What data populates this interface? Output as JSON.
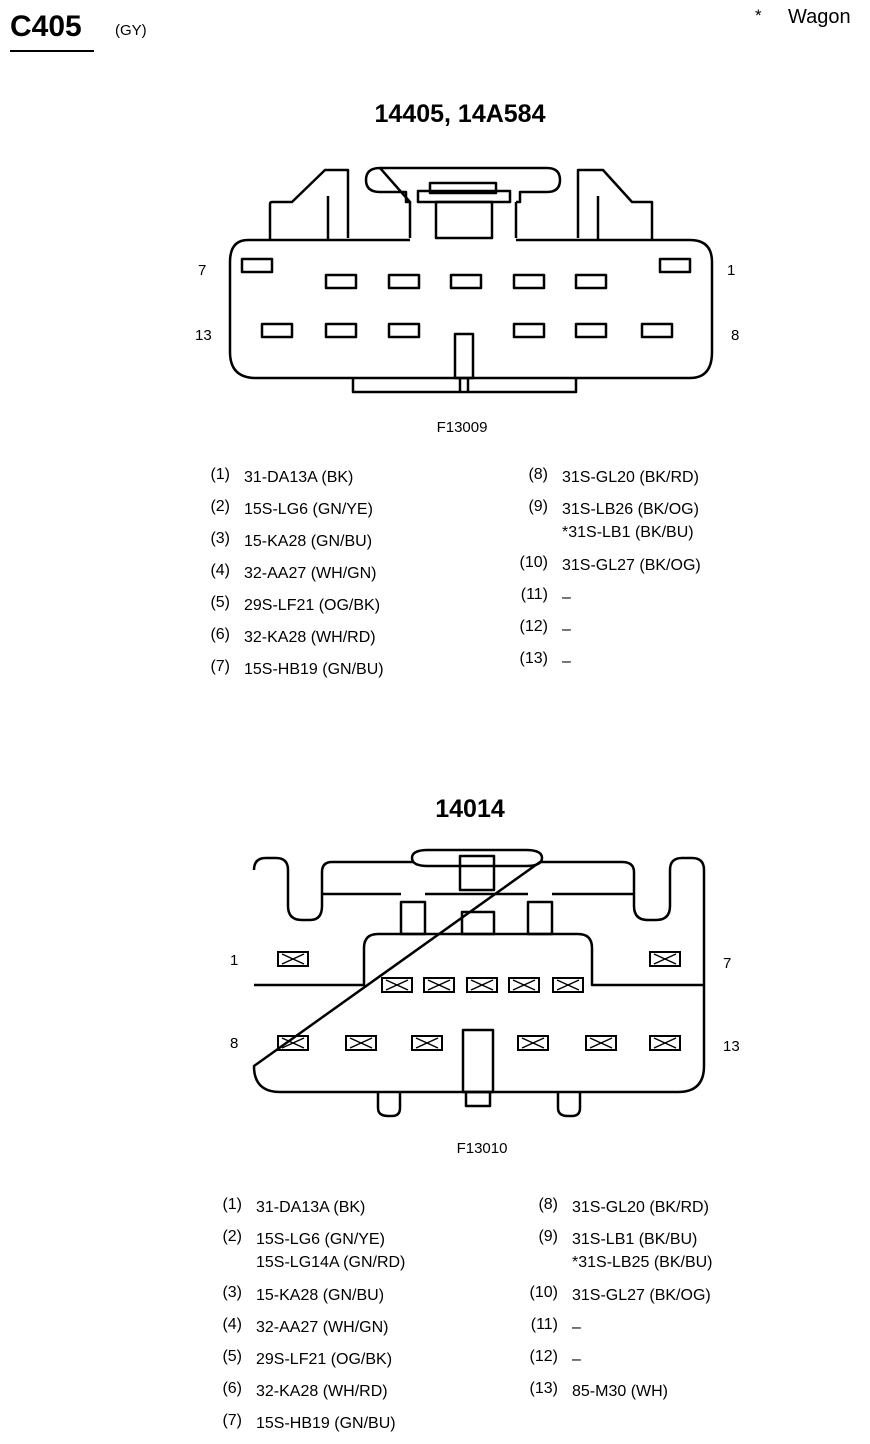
{
  "header": {
    "connector_id": "C405",
    "color_code": "(GY)",
    "note_marker": "*",
    "note_text": "Wagon"
  },
  "connectors": [
    {
      "title": "14405, 14A584",
      "figure_id": "F13009",
      "pin_numbers": {
        "top_left": "7",
        "top_right": "1",
        "bottom_left": "13",
        "bottom_right": "8"
      },
      "pins_left": [
        {
          "num": "(1)",
          "text": "31-DA13A (BK)"
        },
        {
          "num": "(2)",
          "text": "15S-LG6 (GN/YE)"
        },
        {
          "num": "(3)",
          "text": "15-KA28 (GN/BU)"
        },
        {
          "num": "(4)",
          "text": "32-AA27 (WH/GN)"
        },
        {
          "num": "(5)",
          "text": "29S-LF21 (OG/BK)"
        },
        {
          "num": "(6)",
          "text": "32-KA28 (WH/RD)"
        },
        {
          "num": "(7)",
          "text": "15S-HB19 (GN/BU)"
        }
      ],
      "pins_right": [
        {
          "num": "(8)",
          "text": "31S-GL20 (BK/RD)"
        },
        {
          "num": "(9)",
          "text": "31S-LB26 (BK/OG)",
          "text2": "*31S-LB1 (BK/BU)"
        },
        {
          "num": "(10)",
          "text": "31S-GL27 (BK/OG)"
        },
        {
          "num": "(11)",
          "text": "–"
        },
        {
          "num": "(12)",
          "text": "–"
        },
        {
          "num": "(13)",
          "text": "–"
        }
      ]
    },
    {
      "title": "14014",
      "figure_id": "F13010",
      "pin_numbers": {
        "top_left": "1",
        "top_right": "7",
        "bottom_left": "8",
        "bottom_right": "13"
      },
      "pins_left": [
        {
          "num": "(1)",
          "text": "31-DA13A (BK)"
        },
        {
          "num": "(2)",
          "text": "15S-LG6 (GN/YE)",
          "text2": "15S-LG14A (GN/RD)"
        },
        {
          "num": "(3)",
          "text": "15-KA28 (GN/BU)"
        },
        {
          "num": "(4)",
          "text": "32-AA27 (WH/GN)"
        },
        {
          "num": "(5)",
          "text": "29S-LF21 (OG/BK)"
        },
        {
          "num": "(6)",
          "text": "32-KA28 (WH/RD)"
        },
        {
          "num": "(7)",
          "text": "15S-HB19 (GN/BU)"
        }
      ],
      "pins_right": [
        {
          "num": "(8)",
          "text": "31S-GL20 (BK/RD)"
        },
        {
          "num": "(9)",
          "text": "31S-LB1 (BK/BU)",
          "text2": "*31S-LB25 (BK/BU)"
        },
        {
          "num": "(10)",
          "text": "31S-GL27 (BK/OG)"
        },
        {
          "num": "(11)",
          "text": "–"
        },
        {
          "num": "(12)",
          "text": "–"
        },
        {
          "num": "(13)",
          "text": "85-M30 (WH)"
        }
      ]
    }
  ]
}
